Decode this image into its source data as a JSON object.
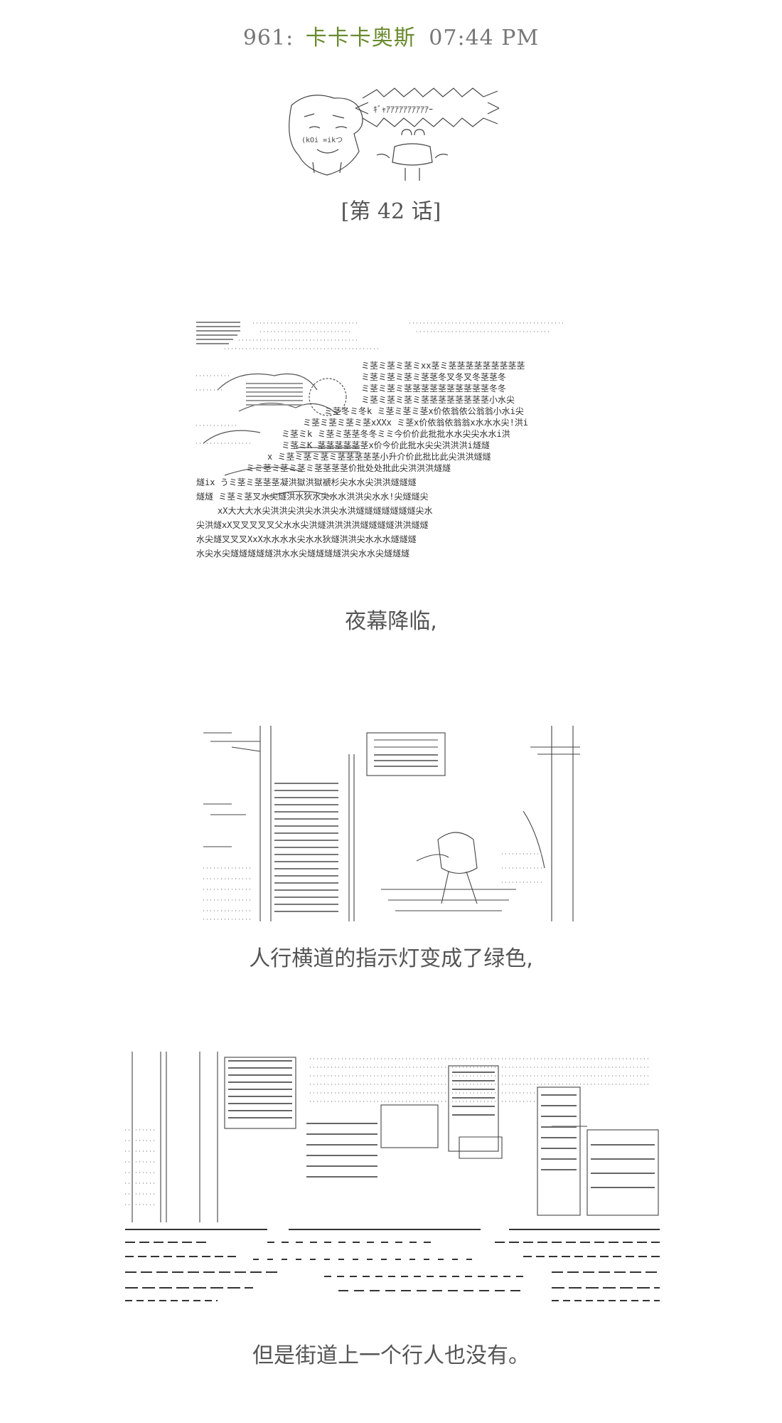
{
  "header": {
    "post_number": "961:",
    "poster_name": "卡卡卡奥斯",
    "time": "07:44 PM"
  },
  "chapter_label": "[第 42 话]",
  "captions": [
    "夜幕降临,",
    "人行横道的指示灯变成了绿色,",
    "但是街道上一个行人也没有。"
  ],
  "art_banner": {
    "shout": "ｷﾞｬｱｱｱｱｱｱｱｱｱｱｰ",
    "face_text": "(kOi =ikつ"
  },
  "art_night_text": [
    "ミ茎ミ茎ミ茎ミxx茎ミ茎茎茎茎茎茎茎茎茎",
    "ミ茎ミ茎ミ茎ミ茎茎冬叉冬叉冬茎茎冬",
    "ミ茎ミ茎ミ茎茎茎茎茎茎茎茎茎茎冬冬",
    "ミ茎ミ茎ミ茎ミ茎茎茎茎茎茎茎茎小水尖",
    "ミ茎冬ミ冬k ミ茎ミ茎ミ茎x价依翁依公翁翁小水i尖",
    "ミ茎ミ茎ミ茎ミ茎xXXx ミ茎x价依翁依翁翁x水水水尖!洪i",
    "ミ茎ミk ミ茎ミ茎茎冬冬ミミ今价价此批批水水尖尖水水i洪",
    "ミ茎ミK 茎茎茎茎茎茎x价今价此批水尖尖洪洪洪i燧燧",
    "x ミ茎ミ茎ミ茎ミ茎茎茎茎茎小升介价此批比此尖洪洪燧燧",
    "ミミ茎ミ茎ミ茎ミ茎茎茎茎价批处处批此尖洪洪洪燧燧",
    "燧ix うミ茎ミ茎茎茎凝洪獄洪獄褫杉尖水水尖洪洪燧燧燧",
    "燧燧 ミ茎ミ茎叉水尖燧洪水狄水尖水水洪洪尖水水!尖燧燧尖",
    "xX大大大水尖洪洪尖洪尖水洪尖水洪燧燧燧燧燧燧燧尖水",
    "尖洪燧xX叉叉叉叉叉父水水尖洪燧洪洪洪洪燧燧燧燧洪洪燧燧",
    "水尖燧叉叉叉XxX水水水水尖水水狄燧洪洪尖水水水燧燧燧",
    "水尖水尖燧燧燧燧燧洪水水尖燧燧燧燧洪尖水水尖燧燧燧"
  ]
}
